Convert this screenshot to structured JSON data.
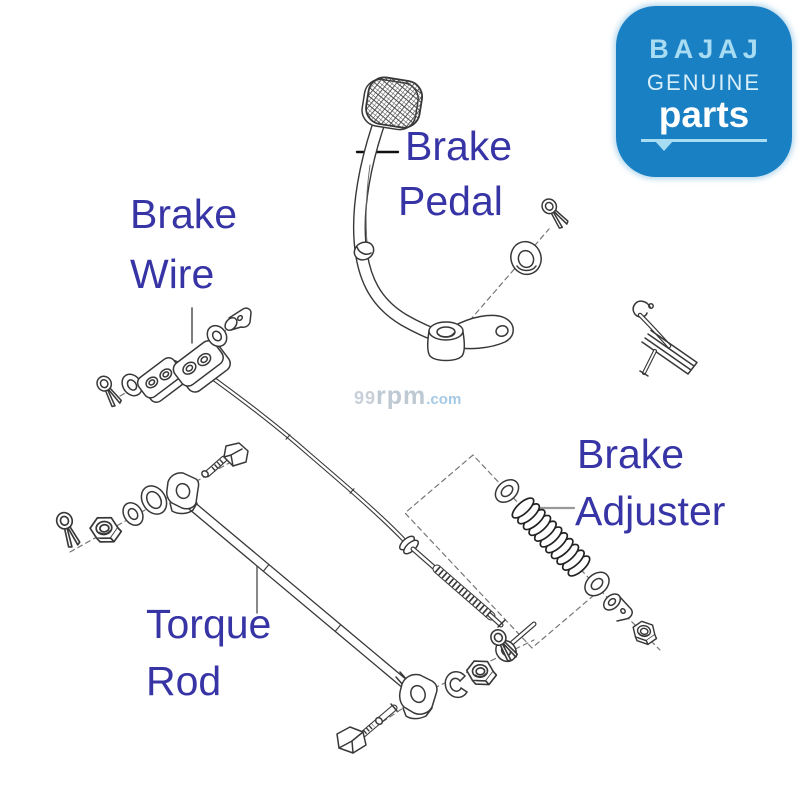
{
  "labels": {
    "color": "#3734a6",
    "brake_pedal": [
      "Brake",
      "Pedal"
    ],
    "brake_wire": [
      "Brake",
      "Wire"
    ],
    "torque_rod": [
      "Torque",
      "Rod"
    ],
    "brake_adjuster": [
      "Brake",
      "Adjuster"
    ]
  },
  "watermark": {
    "prefix": "99",
    "brand": "rpm",
    "suffix": ".com"
  },
  "logo": {
    "brand": "BAJAJ",
    "genuine": "GENUINE",
    "parts": "parts",
    "background_color": "#1a80c4",
    "accent_color": "#a8dcf3"
  },
  "diagram": {
    "stroke_color": "#383838",
    "labeled_parts": [
      "Brake Pedal",
      "Brake Wire",
      "Torque Rod",
      "Brake Adjuster"
    ]
  }
}
